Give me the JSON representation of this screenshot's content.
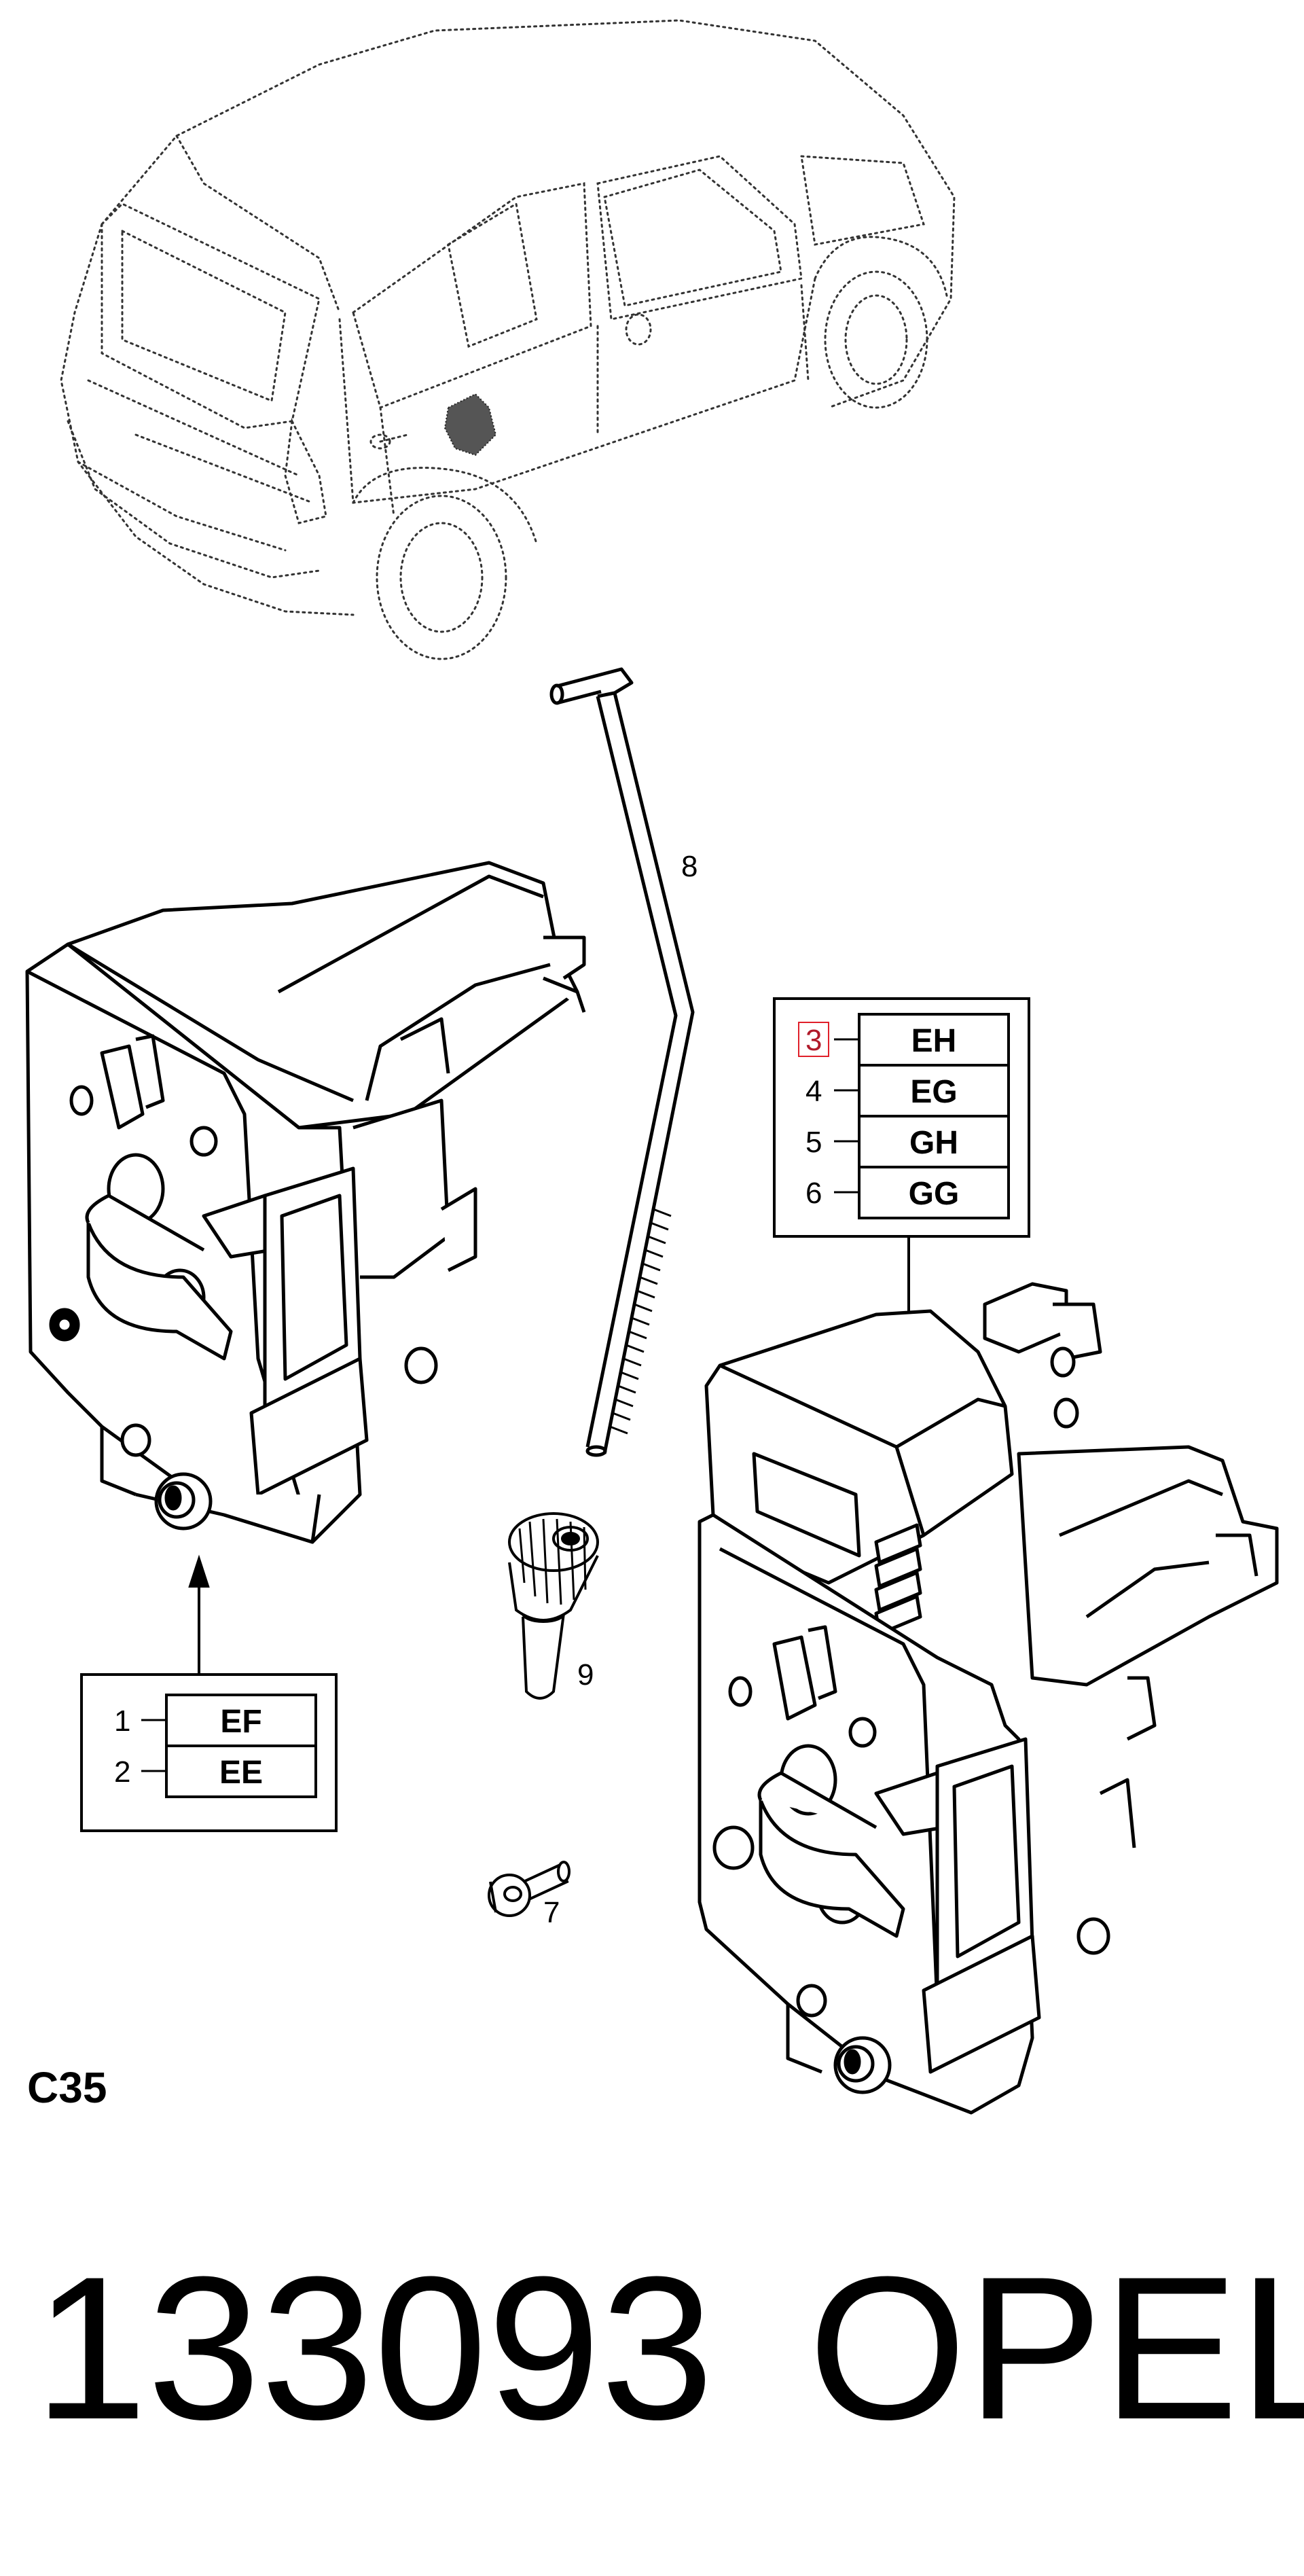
{
  "callouts": {
    "rod_number": "8",
    "sleeve_number": "9",
    "screw_number": "7"
  },
  "left_code_table": {
    "rows": [
      {
        "number": "1",
        "code": "EF"
      },
      {
        "number": "2",
        "code": "EE"
      }
    ]
  },
  "right_code_table": {
    "rows": [
      {
        "number": "3",
        "code": "EH",
        "highlighted": true
      },
      {
        "number": "4",
        "code": "EG"
      },
      {
        "number": "5",
        "code": "GH"
      },
      {
        "number": "6",
        "code": "GG"
      }
    ]
  },
  "section_code": "C35",
  "footer": {
    "part_number": "133093",
    "brand": "OPEL"
  },
  "colors": {
    "line": "#000000",
    "car_dots": "#333333",
    "highlight": "#e0202a"
  }
}
